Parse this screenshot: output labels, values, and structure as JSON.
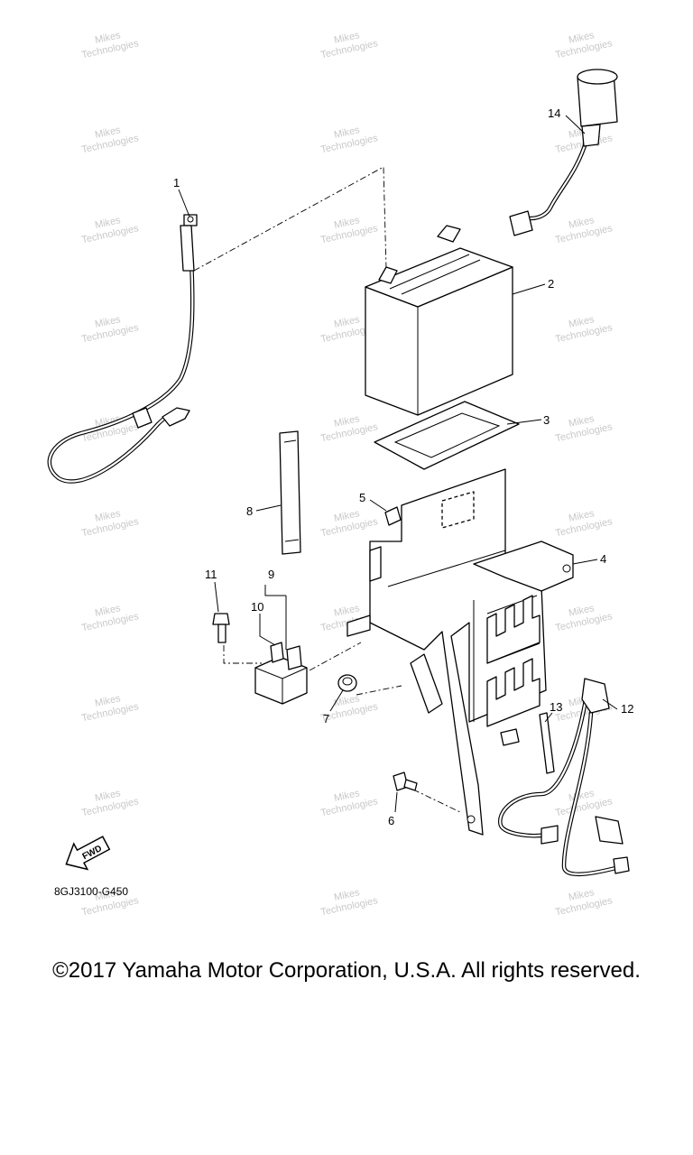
{
  "callouts": [
    {
      "id": "1",
      "text": "1"
    },
    {
      "id": "2",
      "text": "2"
    },
    {
      "id": "3",
      "text": "3"
    },
    {
      "id": "4",
      "text": "4"
    },
    {
      "id": "5",
      "text": "5"
    },
    {
      "id": "6",
      "text": "6"
    },
    {
      "id": "7",
      "text": "7"
    },
    {
      "id": "8",
      "text": "8"
    },
    {
      "id": "9",
      "text": "9"
    },
    {
      "id": "10",
      "text": "10"
    },
    {
      "id": "11",
      "text": "11"
    },
    {
      "id": "12",
      "text": "12"
    },
    {
      "id": "13",
      "text": "13"
    },
    {
      "id": "14",
      "text": "14"
    }
  ],
  "fwd_label": "FWD",
  "diagram_code": "8GJ3100-G450",
  "watermark": {
    "line1": "Mikes",
    "line2": "Technologies"
  },
  "copyright": "©2017 Yamaha Motor Corporation, U.S.A. All rights reserved."
}
